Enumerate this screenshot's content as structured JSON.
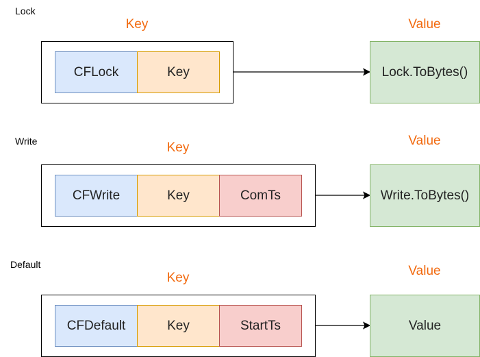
{
  "colors": {
    "cf_fill": "#dae8fc",
    "cf_stroke": "#6c8ebf",
    "key_fill": "#ffe6cc",
    "key_stroke": "#d79b00",
    "ts_fill": "#f8cecc",
    "ts_stroke": "#b85450",
    "value_fill": "#d5e8d4",
    "value_stroke": "#82b366",
    "header_text": "#f26a0f"
  },
  "lock": {
    "title": "Lock",
    "key_header": "Key",
    "value_header": "Value",
    "cells": [
      "CFLock",
      "Key"
    ],
    "value_text": "Lock.ToBytes()"
  },
  "write": {
    "title": "Write",
    "key_header": "Key",
    "value_header": "Value",
    "cells": [
      "CFWrite",
      "Key",
      "ComTs"
    ],
    "value_text": "Write.ToBytes()"
  },
  "default": {
    "title": "Default",
    "key_header": "Key",
    "value_header": "Value",
    "cells": [
      "CFDefault",
      "Key",
      "StartTs"
    ],
    "value_text": "Value"
  }
}
